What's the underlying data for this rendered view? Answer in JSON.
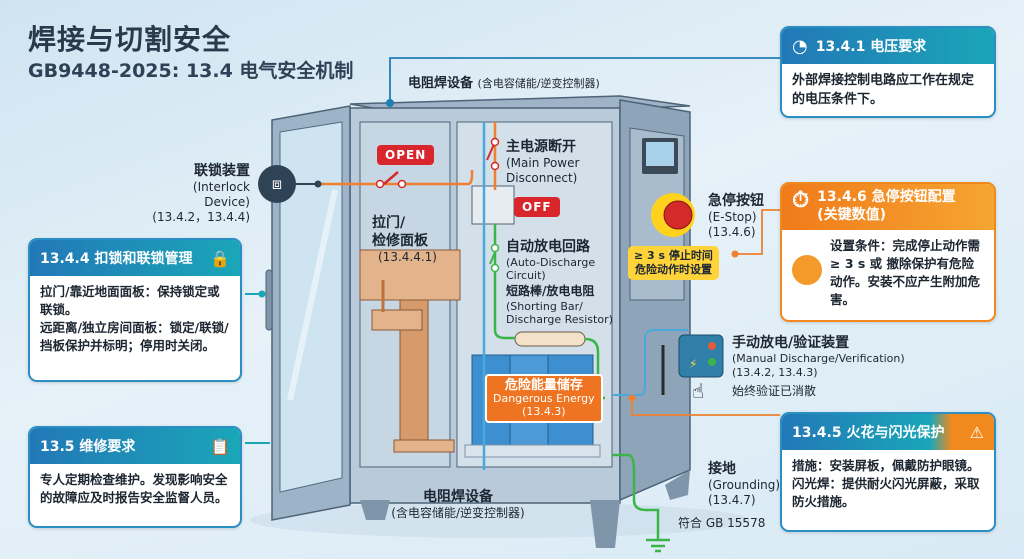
{
  "header": {
    "title": "焊接与切割安全",
    "subtitle": "GB9448-2025: 13.4 电气安全机制"
  },
  "colors": {
    "blue_card": "#2c8fc4",
    "orange_card": "#f08a1e",
    "tag_red": "#d9262c",
    "ground_green": "#3bb54a"
  },
  "cards": {
    "voltage": {
      "icon": "voltmeter-icon",
      "title": "13.4.1 电压要求",
      "body": "外部焊接控制电路应工作在规定的电压条件下。"
    },
    "estop_config": {
      "icon": "stopwatch-icon",
      "title": "13.4.6 急停按钮配置",
      "title2": "(关键数值)",
      "body": "设置条件：完成停止动作需 ≥ 3 s 或 撤除保护有危险动作。安装不应产生附加危害。",
      "body_icon": "estop-button-icon"
    },
    "spark": {
      "icon": "warning-goggles-icon",
      "title": "13.4.5 火花与闪光保护",
      "line1": "措施：安装屏板，佩戴防护眼镜。",
      "line2": "闪光焊：提供耐火闪光屏蔽，采取防火措施。"
    },
    "lockout": {
      "icon": "chain-lock-icon",
      "title": "13.4.4 扣锁和联锁管理",
      "line1": "拉门/靠近地面面板：保持锁定或联锁。",
      "line2": "远距离/独立房间面板：锁定/联锁/挡板保护并标明；停用时关闭。"
    },
    "maintenance": {
      "icon": "clipboard-wrench-icon",
      "title": "13.5 维修要求",
      "body": "专人定期检查维护。发现影响安全的故障应及时报告安全监督人员。"
    }
  },
  "labels": {
    "equipment_top": {
      "zh": "电阻焊设备",
      "sub": "(含电容储能/逆变控制器)"
    },
    "equipment_bottom": {
      "zh": "电阻焊设备",
      "sub": "(含电容储能/逆变控制器)"
    },
    "interlock": {
      "zh": "联锁装置",
      "en": "(Interlock Device)",
      "ref": "(13.4.2，13.4.4)"
    },
    "door_panel": {
      "zh1": "拉门/",
      "zh2": "检修面板",
      "ref": "(13.4.4.1)"
    },
    "main_power": {
      "zh": "主电源断开",
      "en1": "(Main Power",
      "en2": "Disconnect)"
    },
    "auto_discharge": {
      "zh": "自动放电回路",
      "en1": "(Auto-Discharge",
      "en2": "Circuit)",
      "zh2": "短路棒/放电电阻",
      "en3": "(Shorting Bar/",
      "en4": "Discharge Resistor)"
    },
    "estop": {
      "zh": "急停按钮",
      "en": "(E-Stop)",
      "ref": "(13.4.6)"
    },
    "estop_time": {
      "line1": "≥ 3 s 停止时间",
      "line2": "危险动作时设置"
    },
    "manual_discharge": {
      "zh": "手动放电/验证装置",
      "en": "(Manual Discharge/Verification)",
      "ref": "(13.4.2, 13.4.3)",
      "note": "始终验证已消散"
    },
    "energy": {
      "zh": "危险能量储存",
      "en": "Dangerous Energy",
      "ref": "(13.4.3)"
    },
    "grounding": {
      "zh": "接地",
      "en": "(Grounding)",
      "ref": "(13.4.7)",
      "std": "符合 GB 15578"
    }
  },
  "tags": {
    "open": "OPEN",
    "off": "OFF"
  }
}
